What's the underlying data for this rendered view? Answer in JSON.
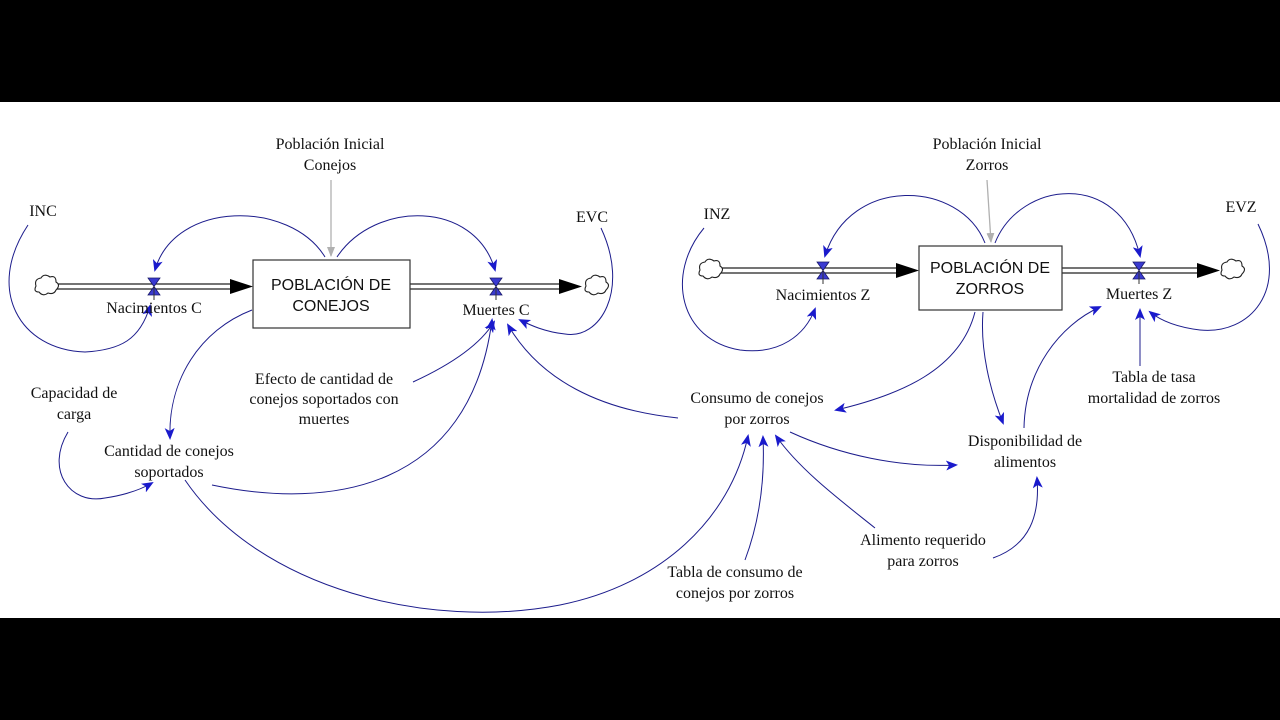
{
  "stocks": {
    "conejos": [
      "POBLACIÓN DE",
      "CONEJOS"
    ],
    "zorros": [
      "POBLACIÓN DE",
      "ZORROS"
    ]
  },
  "flows": {
    "nacimientos_c": "Nacimientos C",
    "muertes_c": "Muertes C",
    "nacimientos_z": "Nacimientos Z",
    "muertes_z": "Muertes Z"
  },
  "variables": {
    "inc": "INC",
    "evc": "EVC",
    "inz": "INZ",
    "evz": "EVZ",
    "poblacion_inicial_conejos": [
      "Población Inicial",
      "Conejos"
    ],
    "poblacion_inicial_zorros": [
      "Población Inicial",
      "Zorros"
    ],
    "capacidad_carga": [
      "Capacidad de",
      "carga"
    ],
    "cantidad_conejos_soportados": [
      "Cantidad de conejos",
      "soportados"
    ],
    "efecto_cantidad_conejos": [
      "Efecto de cantidad de",
      "conejos soportados con",
      "muertes"
    ],
    "consumo_conejos_por_zorros": [
      "Consumo de conejos",
      "por zorros"
    ],
    "disponibilidad_alimentos": [
      "Disponibilidad de",
      "alimentos"
    ],
    "tabla_tasa_mortalidad": [
      "Tabla de tasa",
      "mortalidad de zorros"
    ],
    "tabla_consumo_conejos": [
      "Tabla de consumo de",
      "conejos por zorros"
    ],
    "alimento_requerido": [
      "Alimento requerido",
      "para zorros"
    ]
  },
  "colors": {
    "link": "#1c1c8c",
    "arrowhead": "#1a1acc",
    "initial_link": "#b0b0b0",
    "background": "#ffffff",
    "letterbox": "#000000"
  }
}
